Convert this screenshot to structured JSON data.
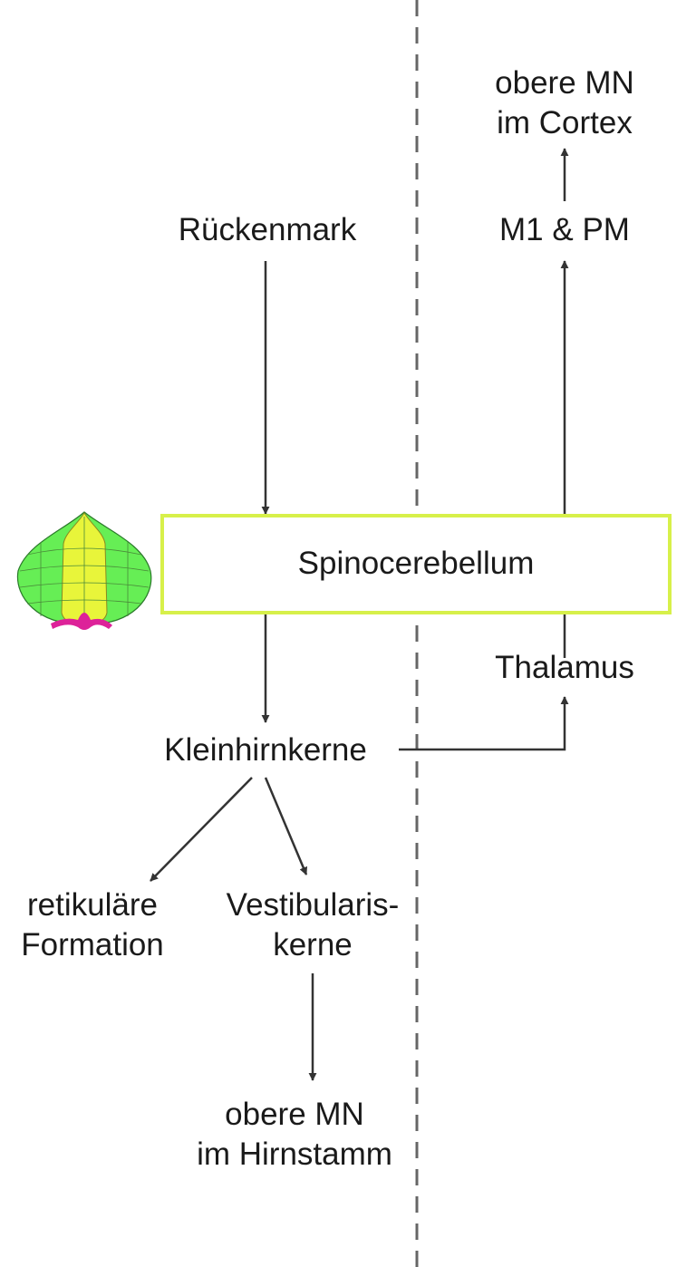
{
  "nodes": {
    "cortex_mn": {
      "line1": "obere MN",
      "line2": "im Cortex"
    },
    "m1_pm": "M1 & PM",
    "rueckenmark": "Rückenmark",
    "spinocerebellum": "Spinocerebellum",
    "thalamus": "Thalamus",
    "kleinhirnkerne": "Kleinhirnkerne",
    "retikulaere": {
      "line1": "retikuläre",
      "line2": "Formation"
    },
    "vestibularis": {
      "line1": "Vestibularis-",
      "line2": "kerne"
    },
    "hirnstamm_mn": {
      "line1": "obere MN",
      "line2": "im Hirnstamm"
    }
  },
  "colors": {
    "box_border": "#d7f04a",
    "arrow": "#333333",
    "divider": "#666666",
    "cerebellum_outer": "#66ee55",
    "cerebellum_vermis": "#e8f53a",
    "cerebellum_flocculus": "#dd2299"
  }
}
